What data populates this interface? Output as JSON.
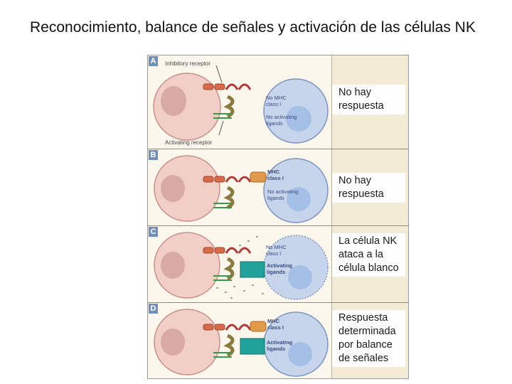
{
  "title": "Reconocimiento, balance de señales  y activación de las células NK",
  "figure": {
    "labels": {
      "inhibitory_receptor": "Inhibitory receptor",
      "activating_receptor": "Activating receptor",
      "mhc_top": "No MHC",
      "mhc_bottom": "class I",
      "mhc_present_top": "MHC",
      "mhc_present_bottom": "class I",
      "no_act_top": "No activating",
      "no_act_bottom": "ligands",
      "act_top": "Activating",
      "act_bottom": "ligands"
    },
    "panels": [
      {
        "letter": "A",
        "response": "No hay respuesta"
      },
      {
        "letter": "B",
        "response": "No hay respuesta"
      },
      {
        "letter": "C",
        "response": "La célula NK ataca a la célula blanco"
      },
      {
        "letter": "D",
        "response": "Respuesta determinada por balance de señales"
      }
    ]
  },
  "colors": {
    "nk_cell": "#f2cfc6",
    "nk_nucleus": "#d9a9a4",
    "target_cell": "#c6d4ec",
    "target_nucleus": "#a4c0e6",
    "inhibitory_receptor": "#b03a3a",
    "mhc": "#e09a4a",
    "activating_receptor": "#8a7a40",
    "activating_ligand": "#20a29a",
    "panel_letter": "#6f8fb8"
  }
}
